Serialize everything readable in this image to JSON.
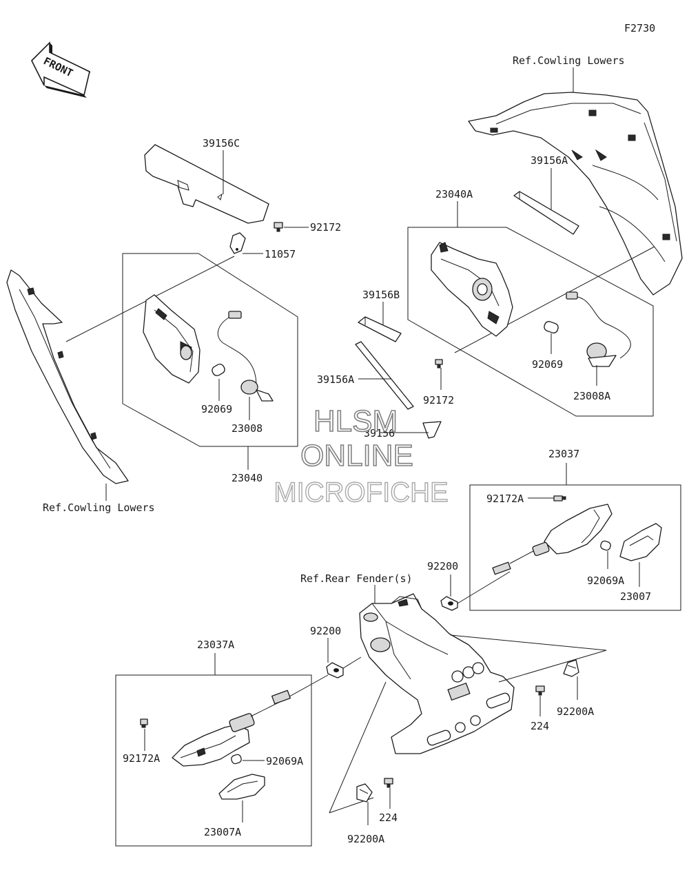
{
  "diagram_code": "F2730",
  "front_arrow": {
    "label": "FRONT",
    "icon": "front-arrow-icon"
  },
  "watermark": {
    "line1": "HLSM",
    "line2": "ONLINE",
    "line3": "MICROFICHE"
  },
  "references": {
    "cowling_lowers_right": "Ref.Cowling Lowers",
    "cowling_lowers_left": "Ref.Cowling Lowers",
    "rear_fender": "Ref.Rear Fender(s)"
  },
  "parts": {
    "p39156C": "39156C",
    "p92172_top": "92172",
    "p11057": "11057",
    "p92069_left": "92069",
    "p23008": "23008",
    "p23040": "23040",
    "p23040A": "23040A",
    "p39156A": "39156A",
    "p39156B": "39156B",
    "p39156A_strip": "39156A",
    "p39156": "39156",
    "p92172_mid": "92172",
    "p92069_right": "92069",
    "p23008A": "23008A",
    "p23037": "23037",
    "p92172A_right": "92172A",
    "p92069A_right": "92069A",
    "p23007": "23007",
    "p92200_right": "92200",
    "p92200_left": "92200",
    "p23037A": "23037A",
    "p92172A_left": "92172A",
    "p92069A_left": "92069A",
    "p23007A": "23007A",
    "p224_right": "224",
    "p92200A_right": "92200A",
    "p224_bottom": "224",
    "p92200A_bottom": "92200A"
  }
}
